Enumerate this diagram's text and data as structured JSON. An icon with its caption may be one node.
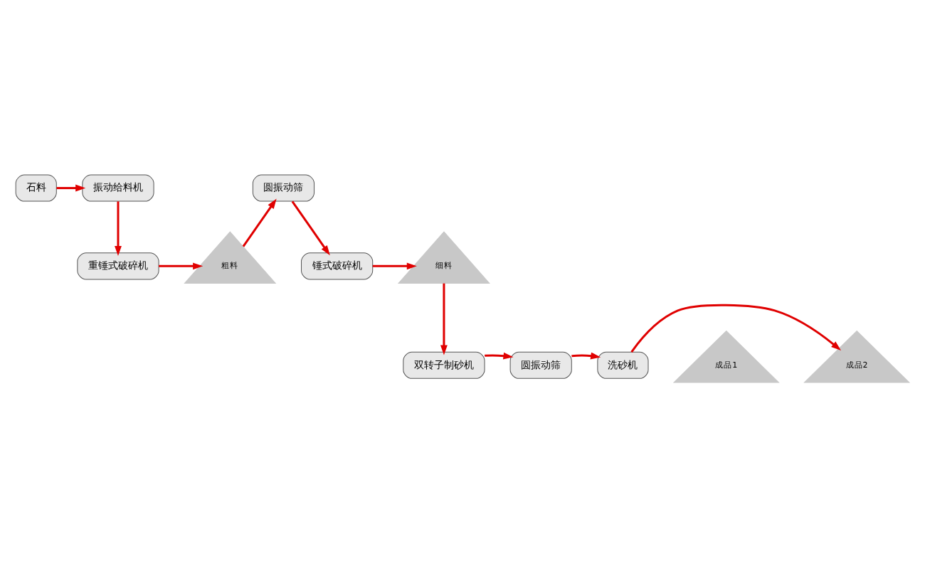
{
  "diagram": {
    "nodes": [
      {
        "text": [
          "石料"
        ]
      },
      {
        "text": [
          "振动给料机"
        ]
      },
      {
        "text": [
          "重锤式破碎机"
        ]
      },
      {
        "text": [
          "粗料"
        ]
      },
      {
        "text": [
          "圆振动筛"
        ]
      },
      {
        "text": [
          "锤式破碎机"
        ]
      },
      {
        "text": [
          "细料"
        ]
      },
      {
        "text": [
          "双转子制砂机"
        ]
      },
      {
        "text": [
          "圆振动筛"
        ]
      },
      {
        "text": [
          "洗砂机"
        ]
      },
      {
        "text": [
          "成品1"
        ]
      },
      {
        "text": [
          "成品2"
        ]
      }
    ],
    "edges": [
      {
        "from": 0,
        "to": 1,
        "arrow": "to"
      },
      {
        "from": 1,
        "to": 2,
        "arrow": "to"
      },
      {
        "from": 2,
        "to": 3,
        "arrow": "to"
      },
      {
        "from": 3,
        "to": 4,
        "arrow": "to"
      },
      {
        "from": 4,
        "to": 5,
        "arrow": "to"
      },
      {
        "from": 5,
        "to": 6,
        "arrow": "to"
      },
      {
        "from": 6,
        "to": 7,
        "arrow": "to"
      },
      {
        "from": 7,
        "to": 8,
        "arrow": "to"
      },
      {
        "from": 8,
        "to": 9,
        "arrow": "to"
      },
      {
        "from": 9,
        "to": 11,
        "arrow": "to"
      }
    ]
  }
}
